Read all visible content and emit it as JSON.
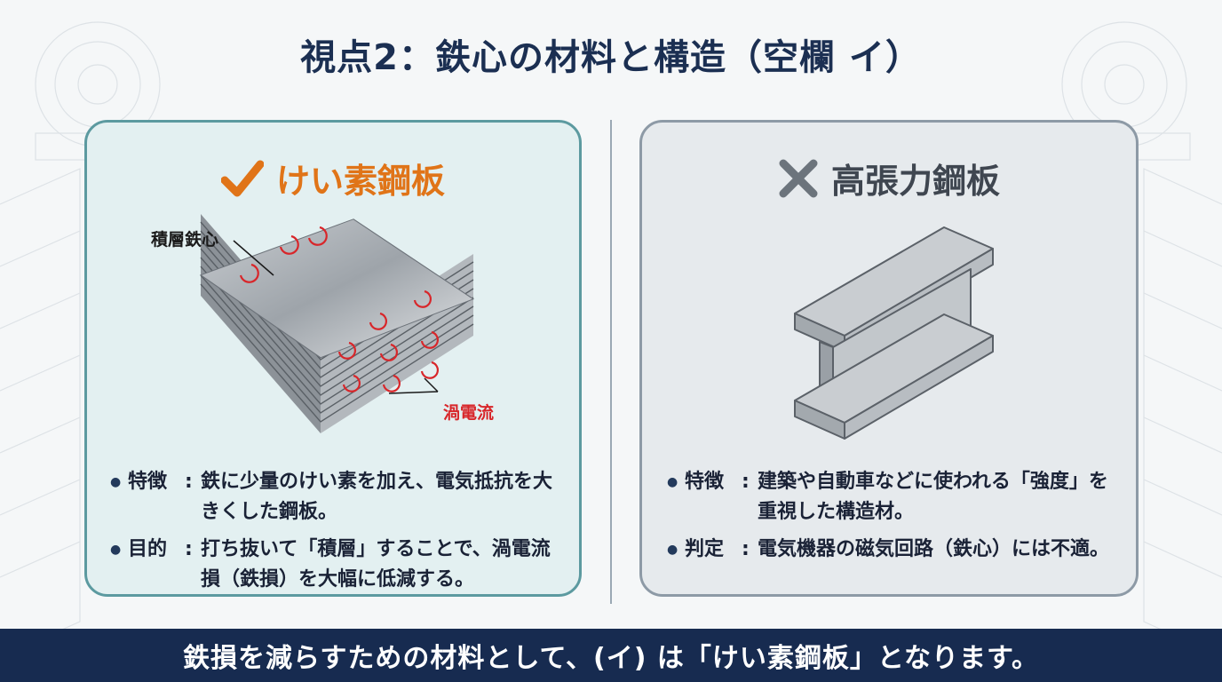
{
  "title": "視点2：鉄心の材料と構造（空欄 イ）",
  "left_panel": {
    "label": "けい素鋼板",
    "status_icon": "checkmark-icon",
    "accent_color": "#e07418",
    "illustration_labels": {
      "core": "積層鉄心",
      "eddy": "渦電流"
    },
    "bullets": [
      {
        "key": "特徴",
        "text": "鉄に少量のけい素を加え、電気抵抗を大きくした鋼板。"
      },
      {
        "key": "目的",
        "text": "打ち抜いて「積層」することで、渦電流損（鉄損）を大幅に低減する。"
      }
    ]
  },
  "right_panel": {
    "label": "高張力鋼板",
    "status_icon": "cross-icon",
    "bullets": [
      {
        "key": "特徴",
        "text": "建築や自動車などに使われる「強度」を重視した構造材。"
      },
      {
        "key": "判定",
        "text": "電気機器の磁気回路（鉄心）には不適。"
      }
    ]
  },
  "footer": {
    "text": "鉄損を減らすための材料として、(イ) は「けい素鋼板」となります。",
    "background": "#172b50"
  }
}
